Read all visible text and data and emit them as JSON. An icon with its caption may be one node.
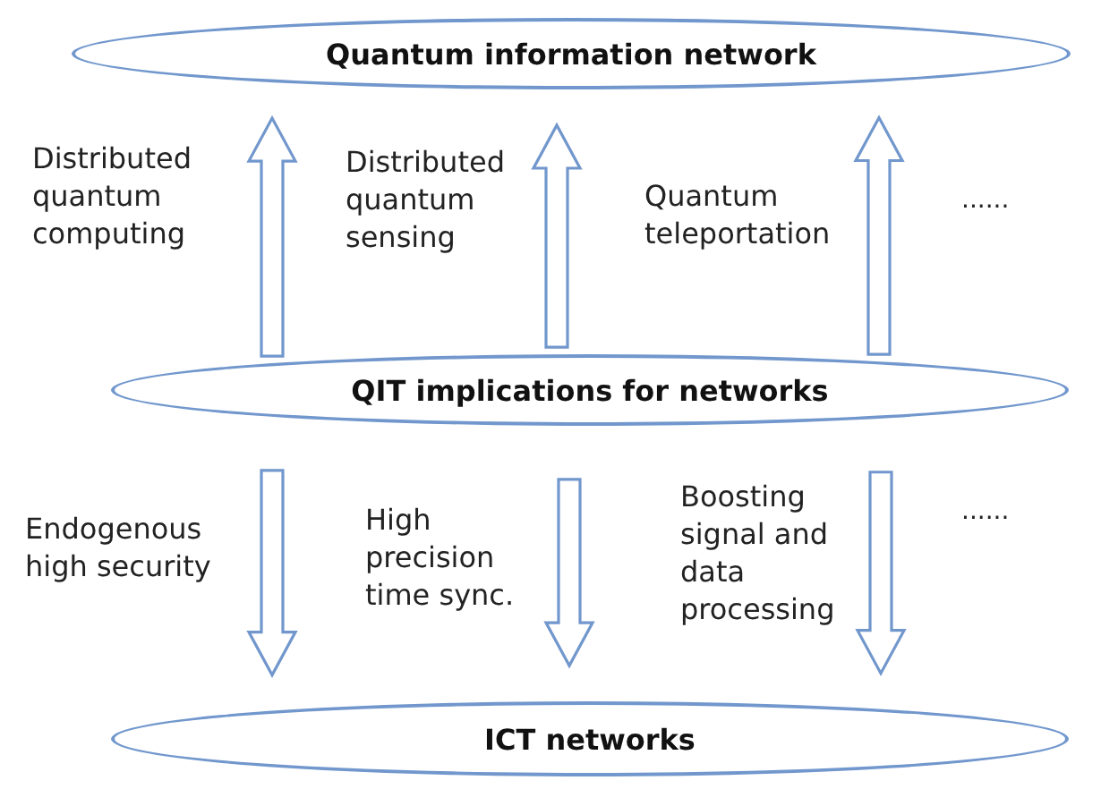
{
  "diagram": {
    "nodes": [
      {
        "text": [
          "Quantum information network"
        ]
      },
      {
        "text": [
          "QIT implications for networks"
        ]
      },
      {
        "text": [
          "ICT networks"
        ]
      }
    ],
    "edges": [
      {
        "from": 1,
        "to": 0,
        "arrow": "to",
        "label": "Distributed quantum computing"
      },
      {
        "from": 1,
        "to": 0,
        "arrow": "to",
        "label": "Distributed quantum sensing"
      },
      {
        "from": 1,
        "to": 0,
        "arrow": "to",
        "label": "Quantum teleportation"
      },
      {
        "from": 1,
        "to": 2,
        "arrow": "to",
        "label": "Endogenous high security"
      },
      {
        "from": 1,
        "to": 2,
        "arrow": "to",
        "label": "High precision time sync."
      },
      {
        "from": 1,
        "to": 2,
        "arrow": "to",
        "label": "Boosting signal and data processing"
      }
    ],
    "labels": [
      "......",
      "......"
    ]
  }
}
